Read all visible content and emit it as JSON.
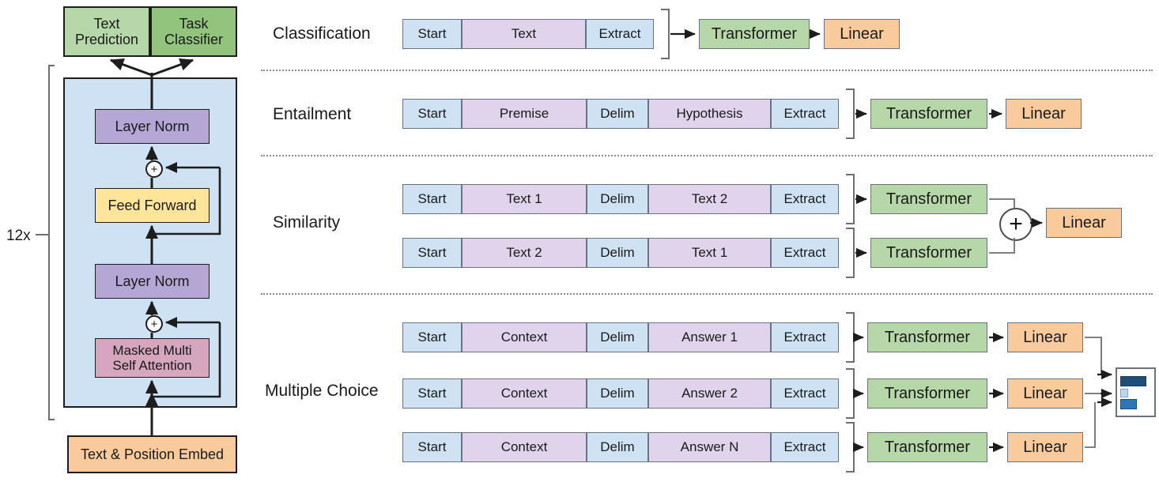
{
  "figure": {
    "left_panel": {
      "repeat_label": "12x",
      "heads": [
        {
          "label": "Text\nPrediction",
          "color": "#b6d7a8"
        },
        {
          "label": "Task\nClassifier",
          "color": "#93c47d"
        }
      ],
      "blocks": [
        {
          "label": "Layer Norm",
          "color": "#b4a7d6"
        },
        {
          "label": "Feed Forward",
          "color": "#ffe599"
        },
        {
          "label": "Layer Norm",
          "color": "#b4a7d6"
        },
        {
          "label": "Masked Multi\nSelf Attention",
          "color": "#d5a6bd"
        }
      ],
      "residual_symbol": "+",
      "embedding": {
        "label": "Text & Position Embed",
        "color": "#f9cb9c"
      },
      "stack_background": "#cfe2f3"
    },
    "tasks": [
      {
        "name": "Classification",
        "sequences": [
          {
            "tokens": [
              "Start",
              "Text",
              "Extract"
            ],
            "kinds": [
              "start",
              "body",
              "extract"
            ]
          }
        ],
        "transformer_label": "Transformer",
        "linear_label": "Linear",
        "combiner": null
      },
      {
        "name": "Entailment",
        "sequences": [
          {
            "tokens": [
              "Start",
              "Premise",
              "Delim",
              "Hypothesis",
              "Extract"
            ],
            "kinds": [
              "start",
              "body",
              "delim",
              "body",
              "extract"
            ]
          }
        ],
        "transformer_label": "Transformer",
        "linear_label": "Linear",
        "combiner": null
      },
      {
        "name": "Similarity",
        "sequences": [
          {
            "tokens": [
              "Start",
              "Text 1",
              "Delim",
              "Text 2",
              "Extract"
            ],
            "kinds": [
              "start",
              "body",
              "delim",
              "body",
              "extract"
            ]
          },
          {
            "tokens": [
              "Start",
              "Text 2",
              "Delim",
              "Text 1",
              "Extract"
            ],
            "kinds": [
              "start",
              "body",
              "delim",
              "body",
              "extract"
            ]
          }
        ],
        "transformer_label": "Transformer",
        "linear_label": "Linear",
        "combiner": "+"
      },
      {
        "name": "Multiple Choice",
        "sequences": [
          {
            "tokens": [
              "Start",
              "Context",
              "Delim",
              "Answer 1",
              "Extract"
            ],
            "kinds": [
              "start",
              "body",
              "delim",
              "body",
              "extract"
            ]
          },
          {
            "tokens": [
              "Start",
              "Context",
              "Delim",
              "Answer 2",
              "Extract"
            ],
            "kinds": [
              "start",
              "body",
              "delim",
              "body",
              "extract"
            ]
          },
          {
            "tokens": [
              "Start",
              "Context",
              "Delim",
              "Answer N",
              "Extract"
            ],
            "kinds": [
              "start",
              "body",
              "delim",
              "body",
              "extract"
            ]
          }
        ],
        "transformer_label": "Transformer",
        "linear_label": "Linear",
        "combiner": "softmax-barchart"
      }
    ],
    "colors": {
      "token_start": "#cfe2f3",
      "token_body": "#e0d4ec",
      "transformer": "#b6d7a8",
      "linear": "#f9cb9c",
      "layer_norm": "#b4a7d6",
      "feed_forward": "#ffe599",
      "attention": "#d5a6bd",
      "embedding": "#f9cb9c",
      "stack_bg": "#cfe2f3",
      "bar_dark": "#1f4e79",
      "bar_mid": "#2e75b6",
      "bar_light": "#bdd7ee",
      "separator": "#8a8a8a"
    },
    "barchart": {
      "bars": [
        {
          "value": 0.9,
          "color": "#1f4e79"
        },
        {
          "value": 0.13,
          "color": "#bdd7ee"
        },
        {
          "value": 0.42,
          "color": "#2e75b6"
        }
      ]
    }
  }
}
